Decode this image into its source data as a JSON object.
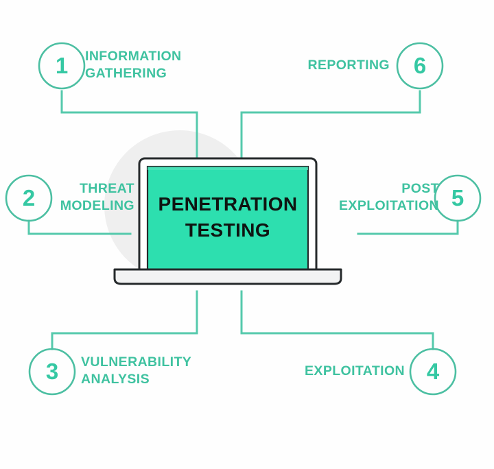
{
  "diagram": {
    "title": "PENETRATION\nTESTING",
    "center_device": "laptop",
    "backdrop_shape": "circle",
    "colors": {
      "screen_green": "#2ddfaf",
      "line_teal": "#55c9ac",
      "label_teal": "#3fc2a0",
      "number_teal": "#35c8a3",
      "circle_stroke": "#4cbfa2",
      "backdrop_gray": "#efefef",
      "device_outline": "#25292b",
      "device_body": "#ffffff",
      "device_base": "#f2f3f3",
      "title_text": "#0f1411",
      "background": "#fefefe"
    },
    "steps": [
      {
        "number": "1",
        "label": "INFORMATION\nGATHERING",
        "position": "top-left",
        "align": "left"
      },
      {
        "number": "2",
        "label": "THREAT\nMODELING",
        "position": "middle-left",
        "align": "right"
      },
      {
        "number": "3",
        "label": "VULNERABILITY\nANALYSIS",
        "position": "bottom-left",
        "align": "left"
      },
      {
        "number": "4",
        "label": "EXPLOITATION",
        "position": "bottom-right",
        "align": "right"
      },
      {
        "number": "5",
        "label": "POST\nEXPLOITATION",
        "position": "middle-right",
        "align": "right"
      },
      {
        "number": "6",
        "label": "REPORTING",
        "position": "top-right",
        "align": "right"
      }
    ]
  }
}
